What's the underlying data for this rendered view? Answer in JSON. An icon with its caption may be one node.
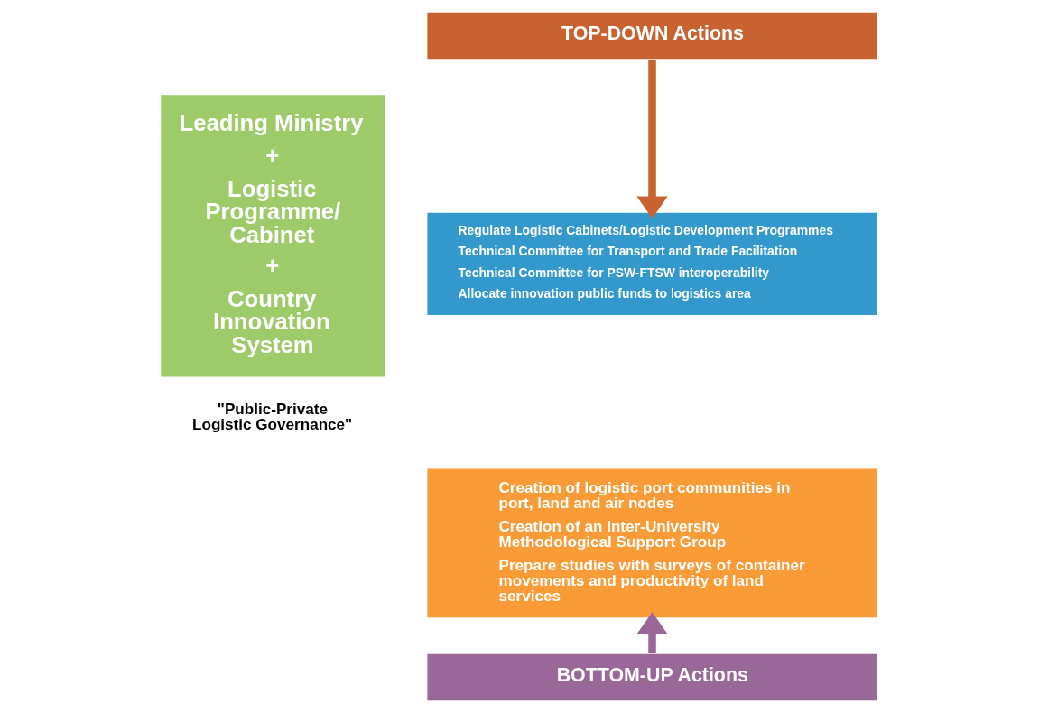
{
  "diagram": {
    "nodes": [
      {
        "text": [
          "Leading Ministry",
          "+",
          "Logistic Programme/ Cabinet",
          "+",
          "Country Innovation System"
        ],
        "beside": [
          "\"Public-Private Logistic Governance\""
        ]
      },
      {
        "text": [
          "TOP-DOWN Actions"
        ]
      },
      {
        "text": [
          "Regulate Logistic Cabinets/Logistic Development Programmes",
          "Technical Committee for Transport and Trade Facilitation",
          "Technical Committee for PSW-FTSW interoperability",
          "Allocate innovation public funds to logistics area"
        ]
      },
      {
        "text": [
          "Creation of logistic port communities in port, land and air nodes",
          "Creation of an Inter-University Methodological Support Group",
          "Prepare studies with surveys of container movements and productivity of land services"
        ]
      },
      {
        "text": [
          "BOTTOM-UP Actions"
        ]
      }
    ],
    "edges": [
      {
        "from": 1,
        "to": 2,
        "arrow": "to",
        "color": "#c8622f"
      },
      {
        "from": 4,
        "to": 3,
        "arrow": "to",
        "color": "#9a6799"
      }
    ]
  }
}
